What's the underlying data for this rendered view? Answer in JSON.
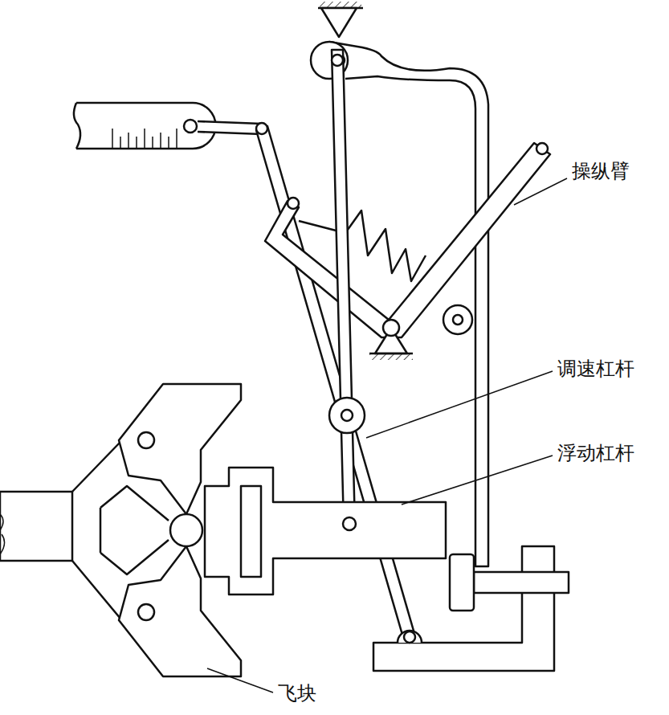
{
  "diagram": {
    "labels": [
      "操纵臂",
      "调速杠杆",
      "浮动杠杆",
      "飞块"
    ]
  }
}
